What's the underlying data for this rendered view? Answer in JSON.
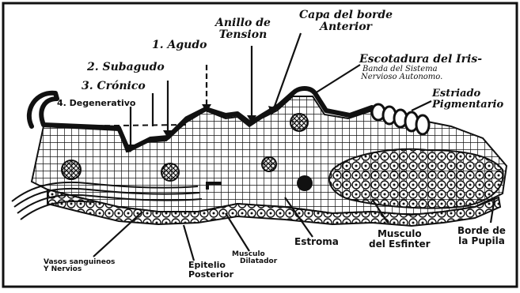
{
  "labels": {
    "anillo_line1": "Anillo de",
    "anillo_line2": "Tension",
    "capa_line1": "Capa del borde",
    "capa_line2": "Anterior",
    "agudo": "1. Agudo",
    "subagudo": "2. Subagudo",
    "cronico": "3. Crónico",
    "degenerativo": "4. Degenerativo",
    "escotadura_line1": "Escotadura del Iris-",
    "escotadura_line2": "Banda del Sistema",
    "escotadura_line3": "Nervioso Autonomo.",
    "estriado_line1": "Estriado",
    "estriado_line2": "Pigmentario",
    "estroma": "Estroma",
    "musculo_esfinter_line1": "Musculo",
    "musculo_esfinter_line2": "del Esfinter",
    "borde_pupila_line1": "Borde de",
    "borde_pupila_line2": "la Pupila",
    "vasos_line1": "Vasos sanguineos",
    "vasos_line2": "Y Nervios",
    "epitelio_line1": "Epitelio",
    "epitelio_line2": "Posterior",
    "musculo_dilatador_line1": "Musculo",
    "musculo_dilatador_line2": "Dilatador"
  },
  "colors": {
    "ink": "#111111",
    "paper": "#ffffff"
  }
}
